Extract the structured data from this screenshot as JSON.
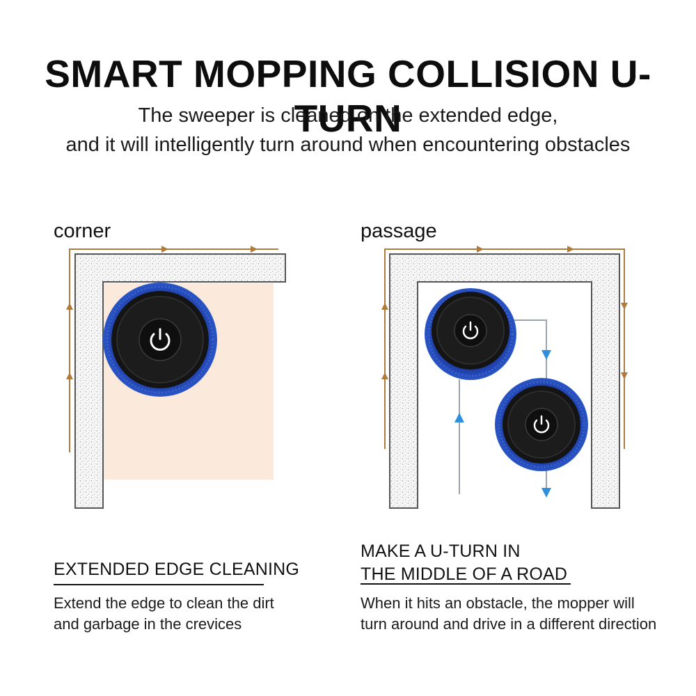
{
  "title": "SMART MOPPING COLLISION U-TURN",
  "subtitle": {
    "line1": "The sweeper is cleaned on the extended edge,",
    "line2": "and it will intelligently turn around when encountering obstacles"
  },
  "panels": {
    "left": {
      "label": "corner",
      "heading": "EXTENDED EDGE CLEANING",
      "desc_line1": "Extend the edge to clean the dirt",
      "desc_line2": "and garbage in the crevices"
    },
    "right": {
      "label": "passage",
      "heading_line1": "MAKE A U-TURN IN",
      "heading_line2": "THE MIDDLE OF A ROAD",
      "desc_line1": "When it hits an obstacle, the mopper will",
      "desc_line2": "turn around and drive in a different direction"
    }
  },
  "colors": {
    "mop_blue": "#1f3fa8",
    "robot_body": "#141414",
    "wall_path": "#b07a3c",
    "arrow_blue": "#2f8fdc",
    "floor_tint": "#fbe9dc"
  },
  "icons": [
    "power-icon",
    "robot-mop",
    "path-arrow"
  ]
}
